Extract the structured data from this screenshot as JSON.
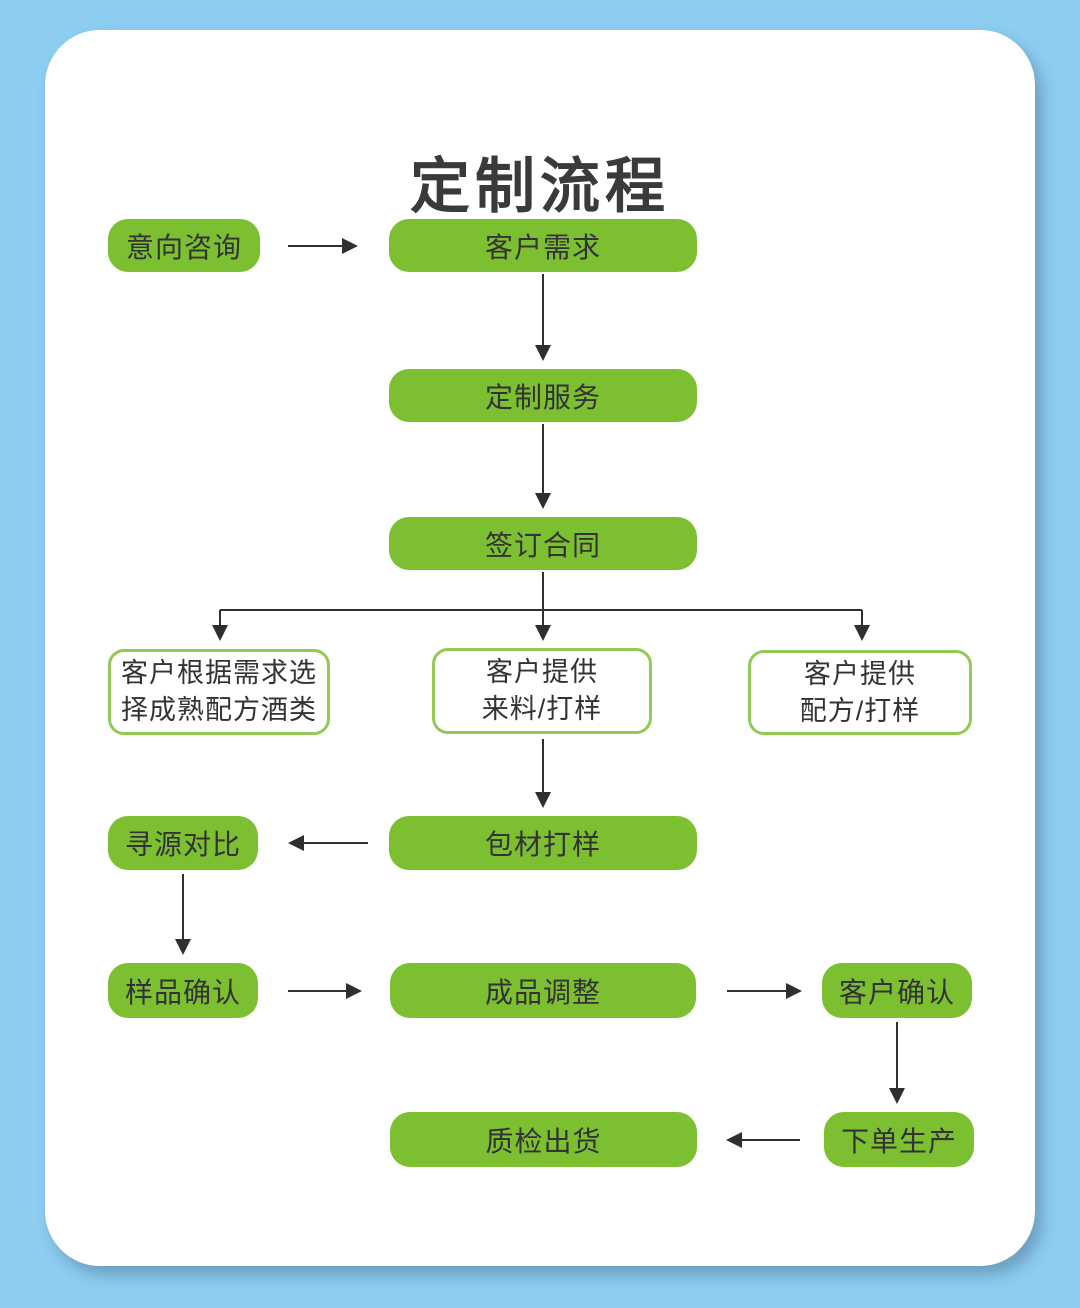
{
  "title": "定制流程",
  "colors": {
    "page_background": "#8ccdf0",
    "card_background": "#ffffff",
    "node_green": "#7cbf31",
    "node_outline_border": "#92c957",
    "text": "#333333",
    "arrow": "#2f2f2f"
  },
  "flow": {
    "nodes": {
      "intent": "意向咨询",
      "demand": "客户需求",
      "service": "定制服务",
      "contract": "签订合同",
      "recipe_select_line1": "客户根据需求选",
      "recipe_select_line2": "择成熟配方酒类",
      "material_line1": "客户提供",
      "material_line2": "来料/打样",
      "formula_line1": "客户提供",
      "formula_line2": "配方/打样",
      "sourcing": "寻源对比",
      "packaging": "包材打样",
      "sample_confirm": "样品确认",
      "product_adjust": "成品调整",
      "client_confirm": "客户确认",
      "order_production": "下单生产",
      "qc_shipping": "质检出货"
    },
    "edges": [
      {
        "from": "意向咨询",
        "to": "客户需求"
      },
      {
        "from": "客户需求",
        "to": "定制服务"
      },
      {
        "from": "定制服务",
        "to": "签订合同"
      },
      {
        "from": "签订合同",
        "to": "客户根据需求选择成熟配方酒类"
      },
      {
        "from": "签订合同",
        "to": "客户提供来料/打样"
      },
      {
        "from": "签订合同",
        "to": "客户提供配方/打样"
      },
      {
        "from": "客户提供来料/打样",
        "to": "包材打样"
      },
      {
        "from": "包材打样",
        "to": "寻源对比"
      },
      {
        "from": "寻源对比",
        "to": "样品确认"
      },
      {
        "from": "样品确认",
        "to": "成品调整"
      },
      {
        "from": "成品调整",
        "to": "客户确认"
      },
      {
        "from": "客户确认",
        "to": "下单生产"
      },
      {
        "from": "下单生产",
        "to": "质检出货"
      }
    ]
  }
}
